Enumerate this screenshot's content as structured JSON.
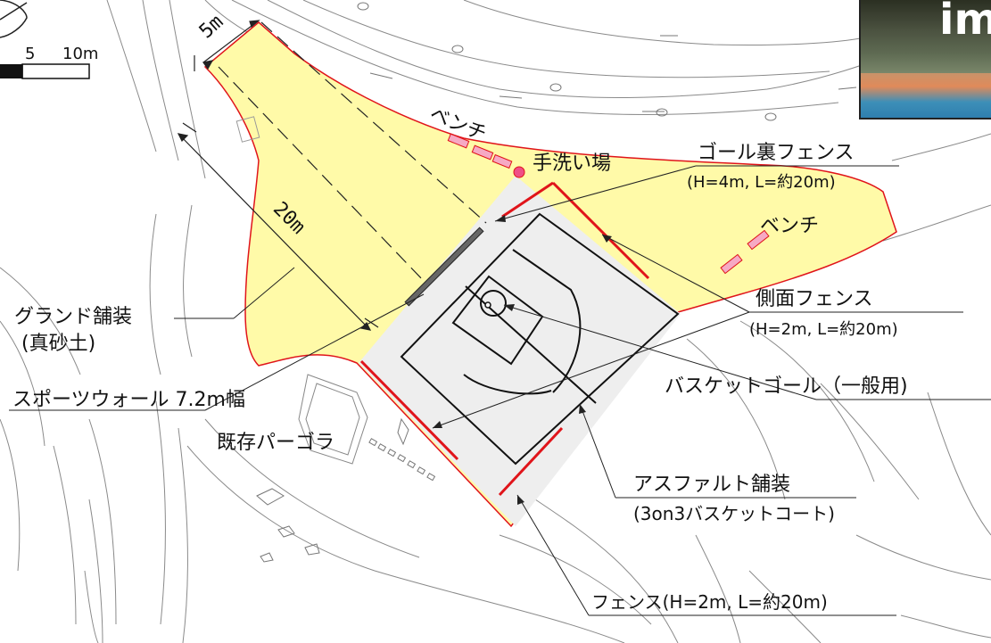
{
  "colors": {
    "yellow_area": "#fffaa8",
    "red_boundary": "#e0141a",
    "court_fill": "#eeeeee",
    "bench_pink": "#f6a9c4",
    "sink_pink": "#ef4f86"
  },
  "scale_bar": {
    "tick_5": "5",
    "tick_10": "10m"
  },
  "dimensions": {
    "width_5m": "5m",
    "length_20m": "20m"
  },
  "labels": {
    "bench_top": "ベンチ",
    "bench_right": "ベンチ",
    "handwash": "手洗い場",
    "goal_fence_title": "ゴール裏フェンス",
    "goal_fence_spec": "(H=4m, L=約20m)",
    "side_fence_title": "側面フェンス",
    "side_fence_spec": "(H=2m, L=約20m)",
    "basket_goal": "バスケットゴール（一般用)",
    "ground_paving": "グランド舗装",
    "ground_paving_sub": "(真砂土)",
    "sports_wall": "スポーツウォール 7.2m幅",
    "pergola": "既存パーゴラ",
    "asphalt": "アスファルト舗装",
    "asphalt_sub": "(3on3バスケットコート)",
    "fence_bottom": "フェンス(H=2m, L=約20m)"
  },
  "photo_inset": {
    "watermark": "im",
    "icon": "photo-thumbnail"
  }
}
